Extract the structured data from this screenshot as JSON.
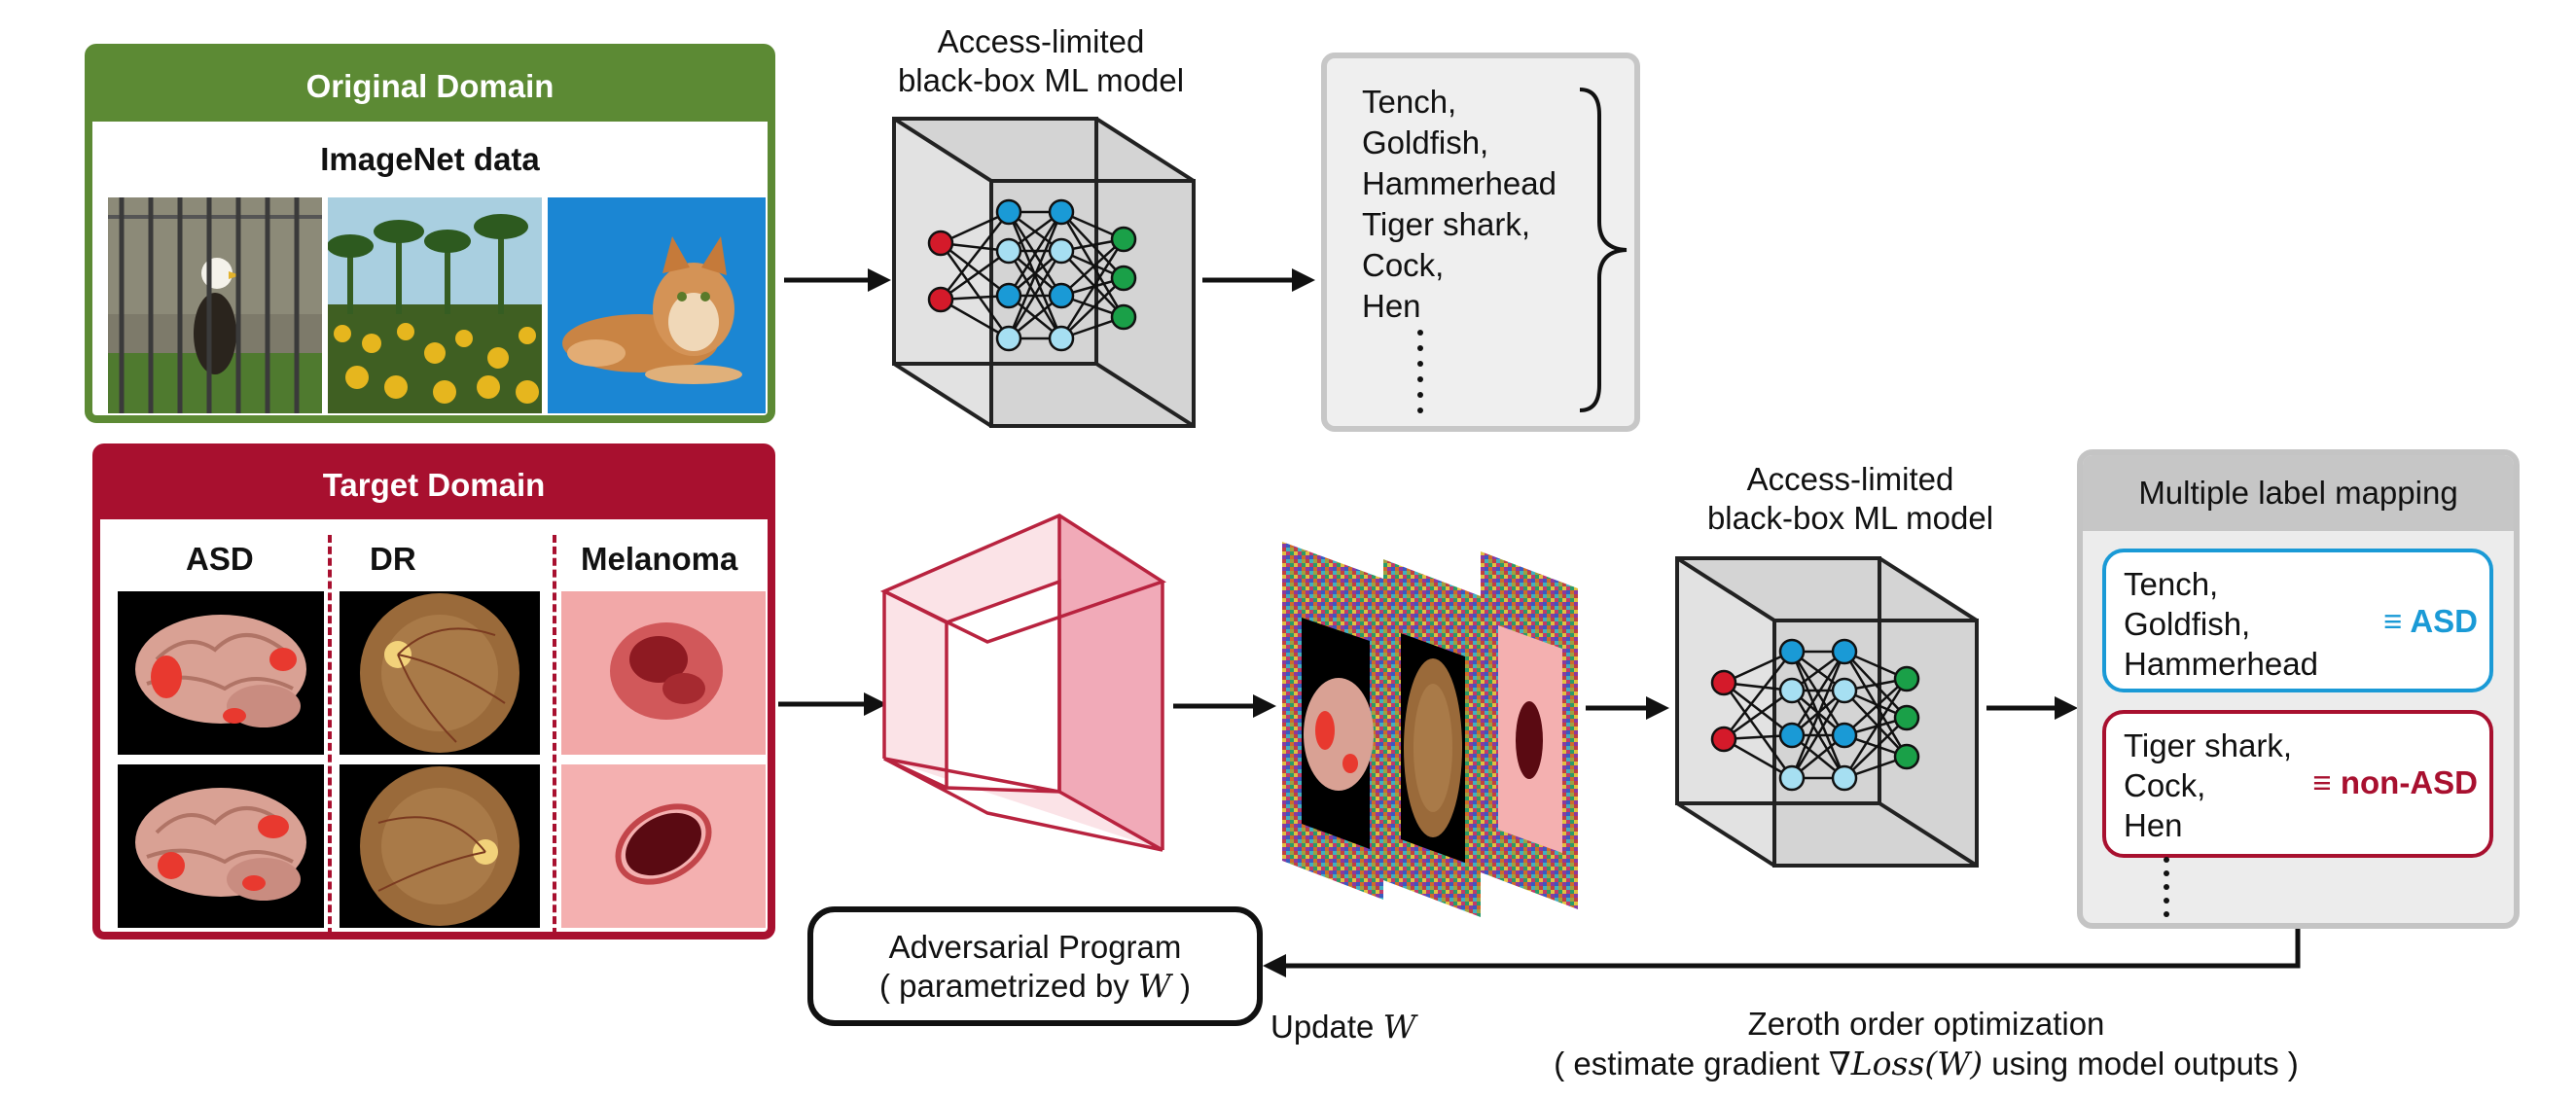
{
  "original_domain": {
    "title": "Original Domain",
    "dataset_label": "ImageNet data"
  },
  "target_domain": {
    "title": "Target Domain",
    "columns": [
      "ASD",
      "DR",
      "Melanoma"
    ]
  },
  "model_top": {
    "title_line1": "Access-limited",
    "title_line2": "black-box ML model"
  },
  "model_bottom": {
    "title_line1": "Access-limited",
    "title_line2": "black-box ML model"
  },
  "imagenet_classes": [
    "Tench,",
    "Goldfish,",
    "Hammerhead",
    "Tiger shark,",
    "Cock,",
    "Hen"
  ],
  "label_mapping": {
    "title": "Multiple label mapping",
    "group_asd": {
      "items": [
        "Tench,",
        "Goldfish,",
        "Hammerhead"
      ],
      "equiv": "≡",
      "label": "ASD"
    },
    "group_non_asd": {
      "items": [
        "Tiger shark,",
        "Cock,",
        "Hen"
      ],
      "equiv": "≡",
      "label": "non-ASD"
    }
  },
  "adversarial_program": {
    "line1": "Adversarial Program",
    "line2_prefix": "( parametrized by ",
    "param": "W",
    "line2_suffix": " )"
  },
  "update": {
    "prefix": "Update ",
    "param": "W"
  },
  "zeroth_order": {
    "line1": "Zeroth order optimization",
    "line2_prefix": "( estimate gradient ",
    "gradient_expr": "∇Loss(W)",
    "line2_suffix": " using model outputs )"
  },
  "colors": {
    "original_green": "#5c8a34",
    "target_red": "#a8102f",
    "asd_blue": "#1a9ad6",
    "non_asd_red": "#a8102f"
  }
}
